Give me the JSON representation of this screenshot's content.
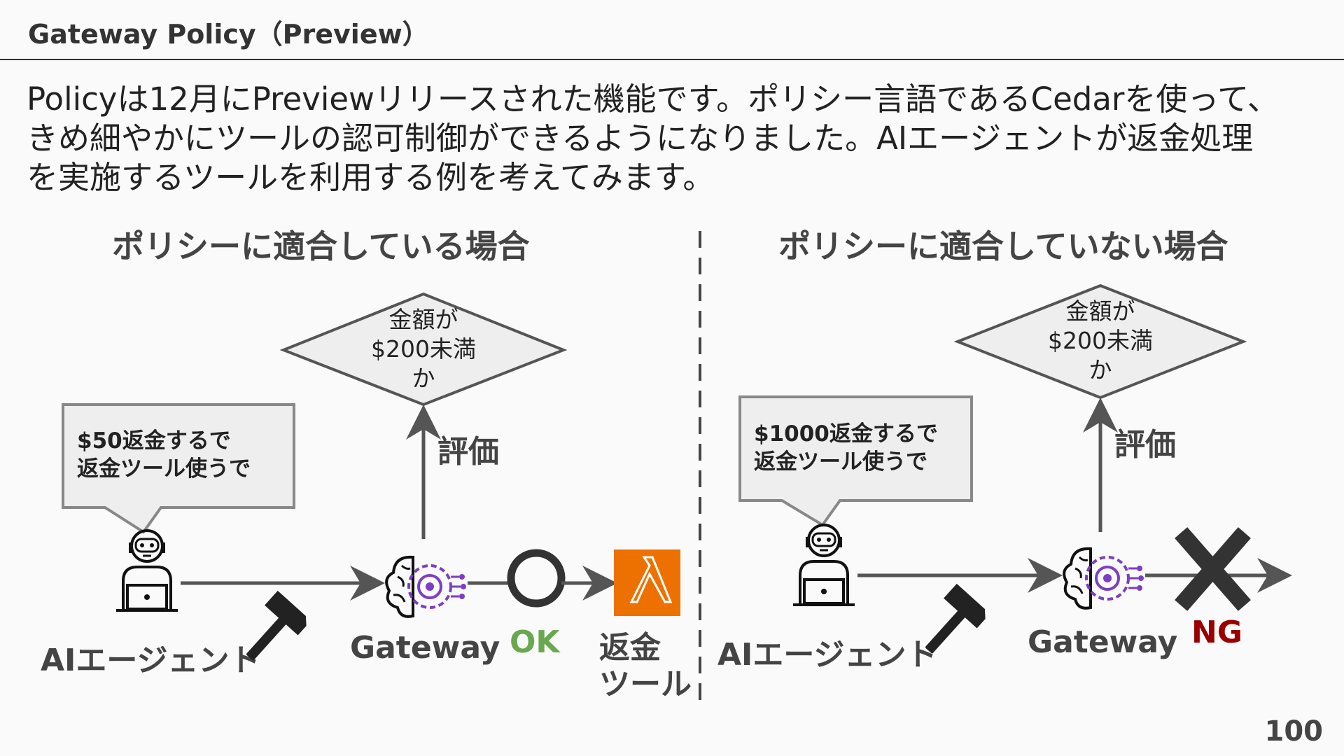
{
  "header": {
    "title": "Gateway Policy（Preview）"
  },
  "intro": {
    "lines": [
      "Policyは12月にPreviewリリースされた機能です。ポリシー言語であるCedarを使って、",
      "きめ細やかにツールの認可制御ができるようになりました。AIエージェントが返金処理",
      "を実施するツールを利用する例を考えてみます。"
    ]
  },
  "left": {
    "heading": "ポリシーに適合している場合",
    "bubble": [
      "$50返金するで",
      "返金ツール使うで"
    ],
    "diamond": [
      "金額が",
      "$200未満",
      "か"
    ],
    "evaluate_label": "評価",
    "agent_label": "AIエージェント",
    "gateway_label": "Gateway",
    "result_label": "OK",
    "tool_label": [
      "返金",
      "ツール"
    ]
  },
  "right": {
    "heading": "ポリシーに適合していない場合",
    "bubble": [
      "$1000返金するで",
      "返金ツール使うで"
    ],
    "diamond": [
      "金額が",
      "$200未満",
      "か"
    ],
    "evaluate_label": "評価",
    "agent_label": "AIエージェント",
    "gateway_label": "Gateway",
    "result_label": "NG"
  },
  "icons": {
    "agent": "robot-at-laptop-icon",
    "tool": "hammer-icon",
    "gateway": "brain-gear-icon",
    "lambda": "lambda-icon",
    "ok_mark": "circle-icon",
    "ng_mark": "cross-icon"
  },
  "colors": {
    "ok": "#6aa84f",
    "ng": "#990000",
    "lambda": "#ed7100",
    "gateway_accent": "#7b3fc4",
    "arrow": "#555555"
  },
  "page_number": "100"
}
